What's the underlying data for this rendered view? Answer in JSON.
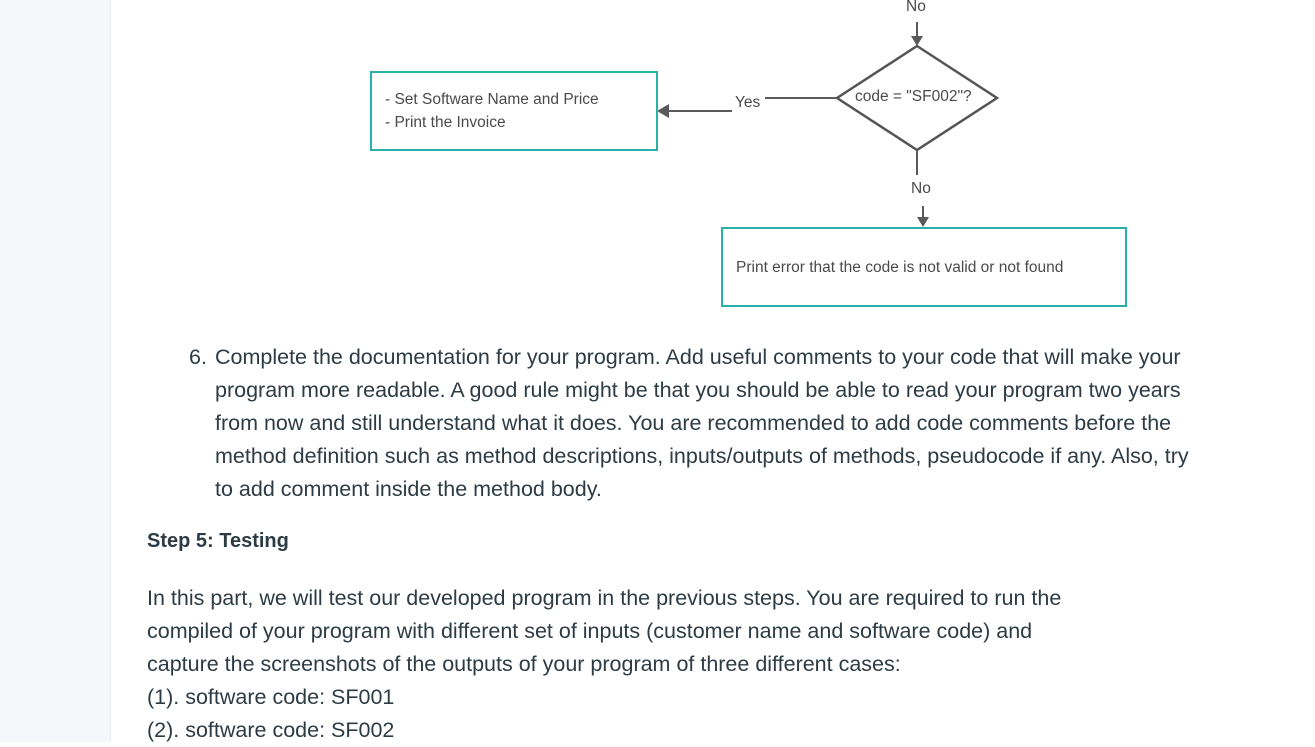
{
  "flowchart": {
    "top_no_label": "No",
    "decision_text": "code = \"SF002\"?",
    "yes_label": "Yes",
    "bottom_no_label": "No",
    "action_box_lines": [
      "- Set Software Name and Price",
      "- Print the Invoice"
    ],
    "error_box_text": "Print error that the code is not valid or not found",
    "colors": {
      "box_border": "#2ab0aa",
      "stroke": "#5a5a5a"
    }
  },
  "list": {
    "item6": {
      "number": "6.",
      "text": "Complete the documentation for your program. Add useful comments to your code that will make your program more readable. A good rule might be that you should be able to read your program two years from now and still understand what it does. You are recommended to add code comments before the method definition such as method descriptions, inputs/outputs of methods, pseudocode if any. Also, try to add comment inside the method body."
    }
  },
  "step5": {
    "heading": "Step 5: Testing",
    "lines": [
      "In this part, we will test our developed program in the previous steps. You are required to run the",
      "compiled of your program with different set of inputs (customer name and software code) and",
      "capture the screenshots of the outputs of your program of three different cases:",
      "(1). software code: SF001",
      "(2). software code: SF002"
    ]
  }
}
